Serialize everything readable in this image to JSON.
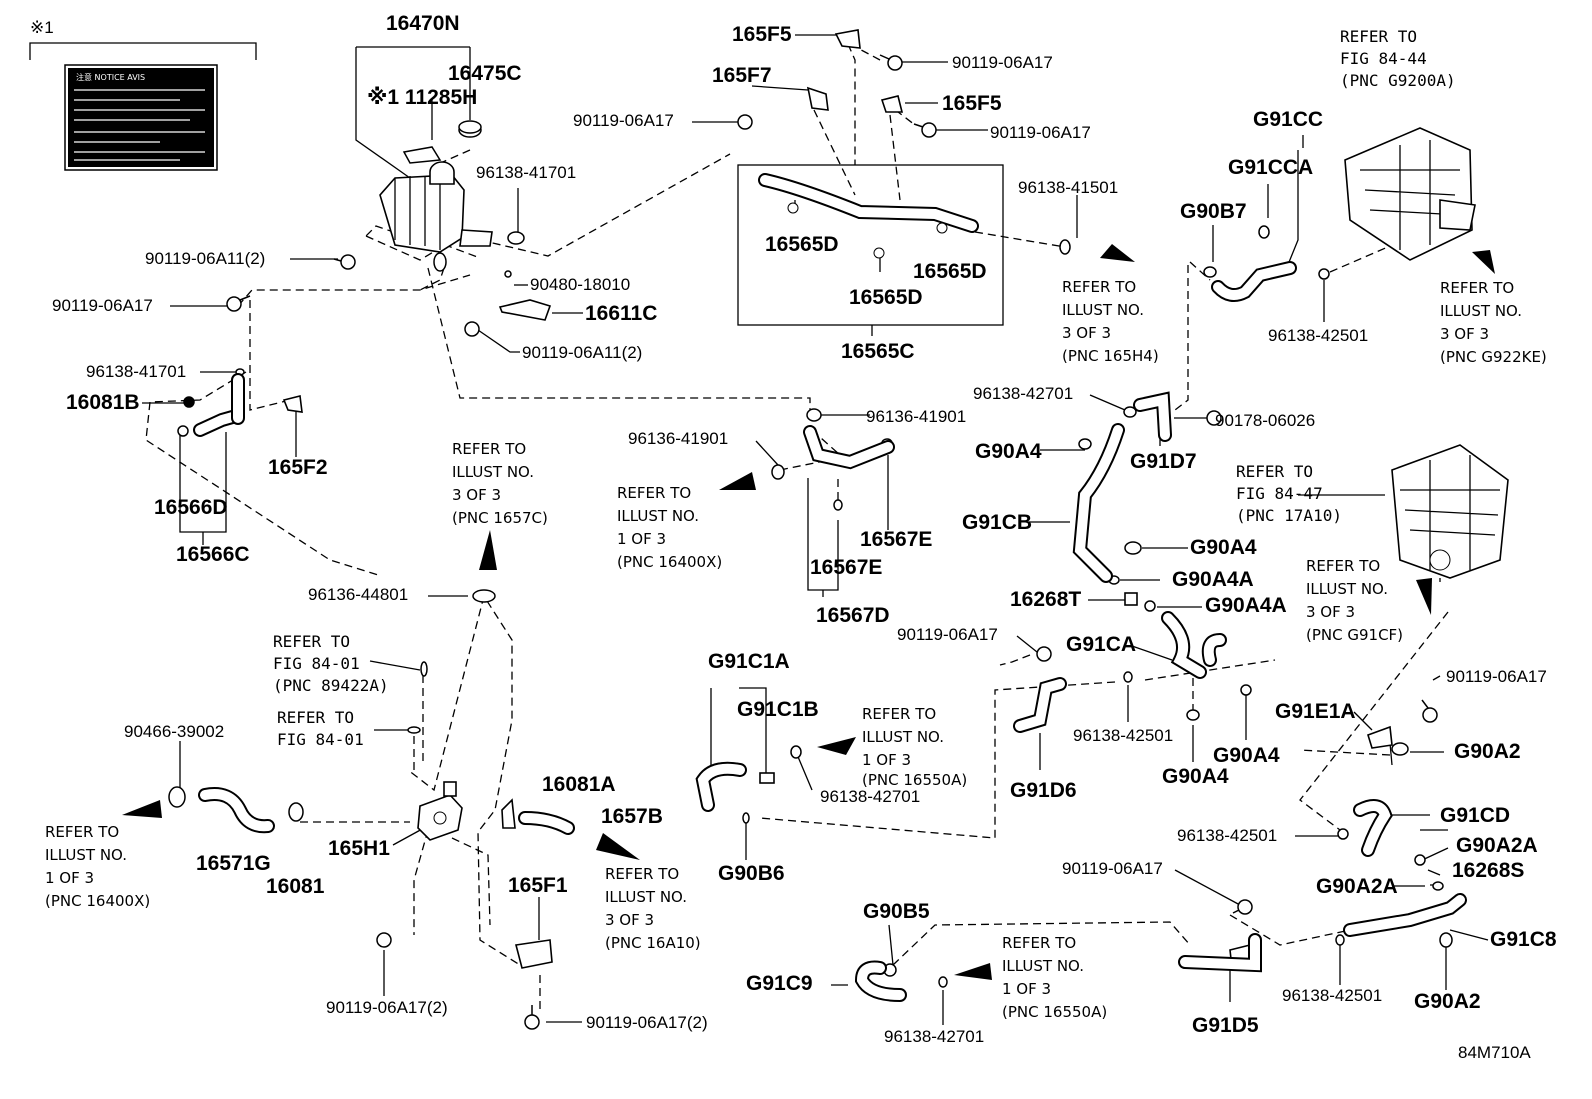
{
  "diagram_code": "84M710A",
  "note_marker": "※1",
  "label_card_header": "注意 NOTICE AVIS",
  "parts": [
    {
      "id": "p01",
      "text": "16470N"
    },
    {
      "id": "p02",
      "text": "16475C"
    },
    {
      "id": "p03",
      "text": "※1 11285H"
    },
    {
      "id": "p04",
      "text": "96138-41701"
    },
    {
      "id": "p05",
      "text": "90119-06A11(2)"
    },
    {
      "id": "p06",
      "text": "90480-18010"
    },
    {
      "id": "p07",
      "text": "16611C"
    },
    {
      "id": "p08",
      "text": "90119-06A11(2)"
    },
    {
      "id": "p09",
      "text": "90119-06A17"
    },
    {
      "id": "p10",
      "text": "96138-41701"
    },
    {
      "id": "p11",
      "text": "16081B"
    },
    {
      "id": "p12",
      "text": "165F2"
    },
    {
      "id": "p13",
      "text": "16566D"
    },
    {
      "id": "p14",
      "text": "16566C"
    },
    {
      "id": "p15",
      "text": "165F5"
    },
    {
      "id": "p16",
      "text": "90119-06A17"
    },
    {
      "id": "p17",
      "text": "165F7"
    },
    {
      "id": "p18",
      "text": "90119-06A17"
    },
    {
      "id": "p19",
      "text": "165F5"
    },
    {
      "id": "p20",
      "text": "90119-06A17"
    },
    {
      "id": "p21",
      "text": "16565D"
    },
    {
      "id": "p22",
      "text": "16565D"
    },
    {
      "id": "p23",
      "text": "16565D"
    },
    {
      "id": "p24",
      "text": "16565C"
    },
    {
      "id": "p25",
      "text": "96138-41501"
    },
    {
      "id": "p26",
      "text": "G91CC"
    },
    {
      "id": "p27",
      "text": "G91CCA"
    },
    {
      "id": "p28",
      "text": "G90B7"
    },
    {
      "id": "p29",
      "text": "96138-42501"
    },
    {
      "id": "p30",
      "text": "96136-41901"
    },
    {
      "id": "p31",
      "text": "96136-41901"
    },
    {
      "id": "p32",
      "text": "16567E"
    },
    {
      "id": "p33",
      "text": "16567E"
    },
    {
      "id": "p34",
      "text": "16567D"
    },
    {
      "id": "p35",
      "text": "96138-42701"
    },
    {
      "id": "p36",
      "text": "90178-06026"
    },
    {
      "id": "p37",
      "text": "G90A4"
    },
    {
      "id": "p38",
      "text": "G91D7"
    },
    {
      "id": "p39",
      "text": "G91CB"
    },
    {
      "id": "p40",
      "text": "G90A4"
    },
    {
      "id": "p41",
      "text": "G90A4A"
    },
    {
      "id": "p42",
      "text": "16268T"
    },
    {
      "id": "p43",
      "text": "G90A4A"
    },
    {
      "id": "p44",
      "text": "90119-06A17"
    },
    {
      "id": "p45",
      "text": "G91CA"
    },
    {
      "id": "p46",
      "text": "96138-42501"
    },
    {
      "id": "p47",
      "text": "G90A4"
    },
    {
      "id": "p48",
      "text": "G90A4"
    },
    {
      "id": "p49",
      "text": "G91D6"
    },
    {
      "id": "p50",
      "text": "96136-44801"
    },
    {
      "id": "p51",
      "text": "G91C1A"
    },
    {
      "id": "p52",
      "text": "G91C1B"
    },
    {
      "id": "p53",
      "text": "96138-42701"
    },
    {
      "id": "p54",
      "text": "G90B6"
    },
    {
      "id": "p55",
      "text": "90466-39002"
    },
    {
      "id": "p56",
      "text": "16571G"
    },
    {
      "id": "p57",
      "text": "16081"
    },
    {
      "id": "p58",
      "text": "165H1"
    },
    {
      "id": "p59",
      "text": "16081A"
    },
    {
      "id": "p60",
      "text": "1657B"
    },
    {
      "id": "p61",
      "text": "165F1"
    },
    {
      "id": "p62",
      "text": "90119-06A17(2)"
    },
    {
      "id": "p63",
      "text": "90119-06A17(2)"
    },
    {
      "id": "p64",
      "text": "G90B5"
    },
    {
      "id": "p65",
      "text": "G91C9"
    },
    {
      "id": "p66",
      "text": "96138-42701"
    },
    {
      "id": "p67",
      "text": "90119-06A17"
    },
    {
      "id": "p68",
      "text": "G91D5"
    },
    {
      "id": "p69",
      "text": "96138-42501"
    },
    {
      "id": "p70",
      "text": "G90A2"
    },
    {
      "id": "p71",
      "text": "G91C8"
    },
    {
      "id": "p72",
      "text": "90119-06A17"
    },
    {
      "id": "p73",
      "text": "G91E1A"
    },
    {
      "id": "p74",
      "text": "G90A2"
    },
    {
      "id": "p75",
      "text": "G91CD"
    },
    {
      "id": "p76",
      "text": "96138-42501"
    },
    {
      "id": "p77",
      "text": "G90A2A"
    },
    {
      "id": "p78",
      "text": "16268S"
    },
    {
      "id": "p79",
      "text": "G90A2A"
    }
  ],
  "references": [
    {
      "id": "r01",
      "lines": [
        "REFER TO",
        "FIG 84-44",
        "(PNC G9200A)"
      ]
    },
    {
      "id": "r02",
      "lines": [
        "REFER TO",
        "ILLUST NO.",
        "3 OF 3",
        "(PNC 165H4)"
      ]
    },
    {
      "id": "r03",
      "lines": [
        "REFER TO",
        "ILLUST NO.",
        "3 OF 3",
        "(PNC G922KE)"
      ]
    },
    {
      "id": "r04",
      "lines": [
        "REFER TO",
        "ILLUST NO.",
        "3 OF 3",
        "(PNC 1657C)"
      ]
    },
    {
      "id": "r05",
      "lines": [
        "REFER TO",
        "ILLUST NO.",
        "1 OF 3",
        "(PNC 16400X)"
      ]
    },
    {
      "id": "r06",
      "lines": [
        "REFER TO",
        "FIG 84-47",
        "(PNC 17A10)"
      ]
    },
    {
      "id": "r07",
      "lines": [
        "REFER TO",
        "ILLUST NO.",
        "3 OF 3",
        "(PNC G91CF)"
      ]
    },
    {
      "id": "r08",
      "lines": [
        "REFER TO",
        "FIG 84-01",
        "(PNC 89422A)"
      ]
    },
    {
      "id": "r09",
      "lines": [
        "REFER TO",
        "FIG 84-01"
      ]
    },
    {
      "id": "r10",
      "lines": [
        "REFER TO",
        "ILLUST NO.",
        "1 OF 3",
        "(PNC 16550A)"
      ]
    },
    {
      "id": "r11",
      "lines": [
        "REFER TO",
        "ILLUST NO.",
        "1 OF 3",
        "(PNC 16400X)"
      ]
    },
    {
      "id": "r12",
      "lines": [
        "REFER TO",
        "ILLUST NO.",
        "3 OF 3",
        "(PNC 16A10)"
      ]
    },
    {
      "id": "r13",
      "lines": [
        "REFER TO",
        "ILLUST NO.",
        "1 OF 3",
        "(PNC 16550A)"
      ]
    }
  ]
}
